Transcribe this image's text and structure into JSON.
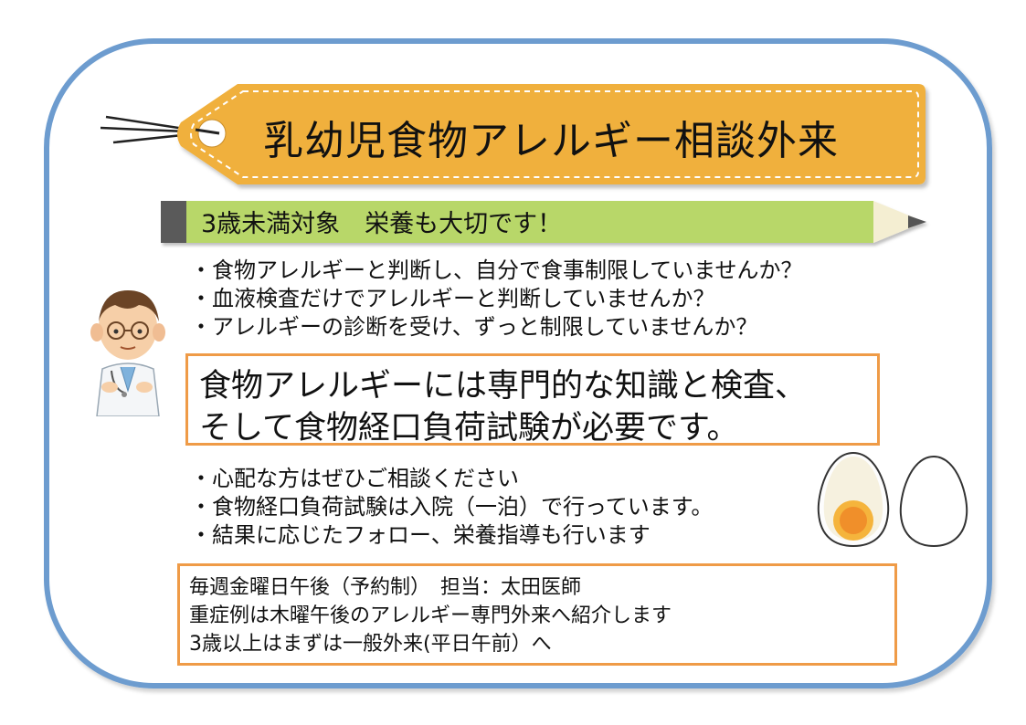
{
  "title": "乳幼児食物アレルギー相談外来",
  "subtitle": "3歳未満対象　栄養も大切です！",
  "questions": [
    "食物アレルギーと判断し、自分で食事制限していませんか？",
    "血液検査だけでアレルギーと判断していませんか？",
    "アレルギーの診断を受け、ずっと制限していませんか？"
  ],
  "key_message": {
    "line1": "食物アレルギーには専門的な知識と検査、",
    "line2": "そして食物経口負荷試験が必要です。"
  },
  "notes": [
    "心配な方はぜひご相談ください",
    "食物経口負荷試験は入院（一泊）で行っています。",
    "結果に応じたフォロー、栄養指導も行います"
  ],
  "info": {
    "line1": "毎週金曜日午後（予約制）　担当：太田医師",
    "line2": "重症例は木曜午後のアレルギー専門外来へ紹介します",
    "line3": "3歳以上はまずは一般外来(平日午前）へ"
  },
  "icons": {
    "tag": "price-tag-icon",
    "pencil": "pencil-banner-icon",
    "doctor": "doctor-illustration",
    "eggs": "boiled-egg-icon"
  },
  "colors": {
    "frame": "#6d9ccf",
    "tag": "#f0b03e",
    "pencil": "#b8d769",
    "box_border": "#ef9b47"
  }
}
